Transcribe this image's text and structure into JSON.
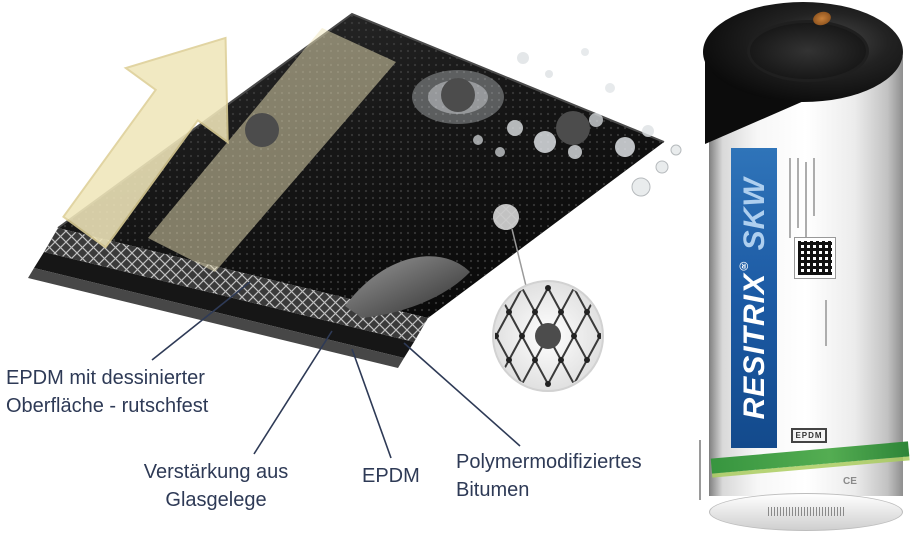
{
  "diagram": {
    "labels": {
      "surface_line1": "EPDM mit dessinierter",
      "surface_line2": "Oberfläche - rutschfest",
      "reinforcement_line1": "Verstärkung aus",
      "reinforcement_line2": "Glasgelege",
      "epdm": "EPDM",
      "bitumen_line1": "Polymermodifiziertes",
      "bitumen_line2": "Bitumen"
    },
    "colors": {
      "label_text": "#2e3a56",
      "leader_line": "#2e3a56",
      "arrow_yellow": "#f0e6ba",
      "sheet_black": "#1c1c1c",
      "mesh_gray": "#cfcfcf"
    }
  },
  "roll": {
    "brand": "RESITRIX",
    "registered": "®",
    "variant": "SKW",
    "epdm_logo": "EPDM",
    "ce_mark": "CE",
    "colors": {
      "band_blue": "#1c5aa4",
      "stripe_green": "#37953f",
      "top_black": "#0b0b0b"
    }
  }
}
